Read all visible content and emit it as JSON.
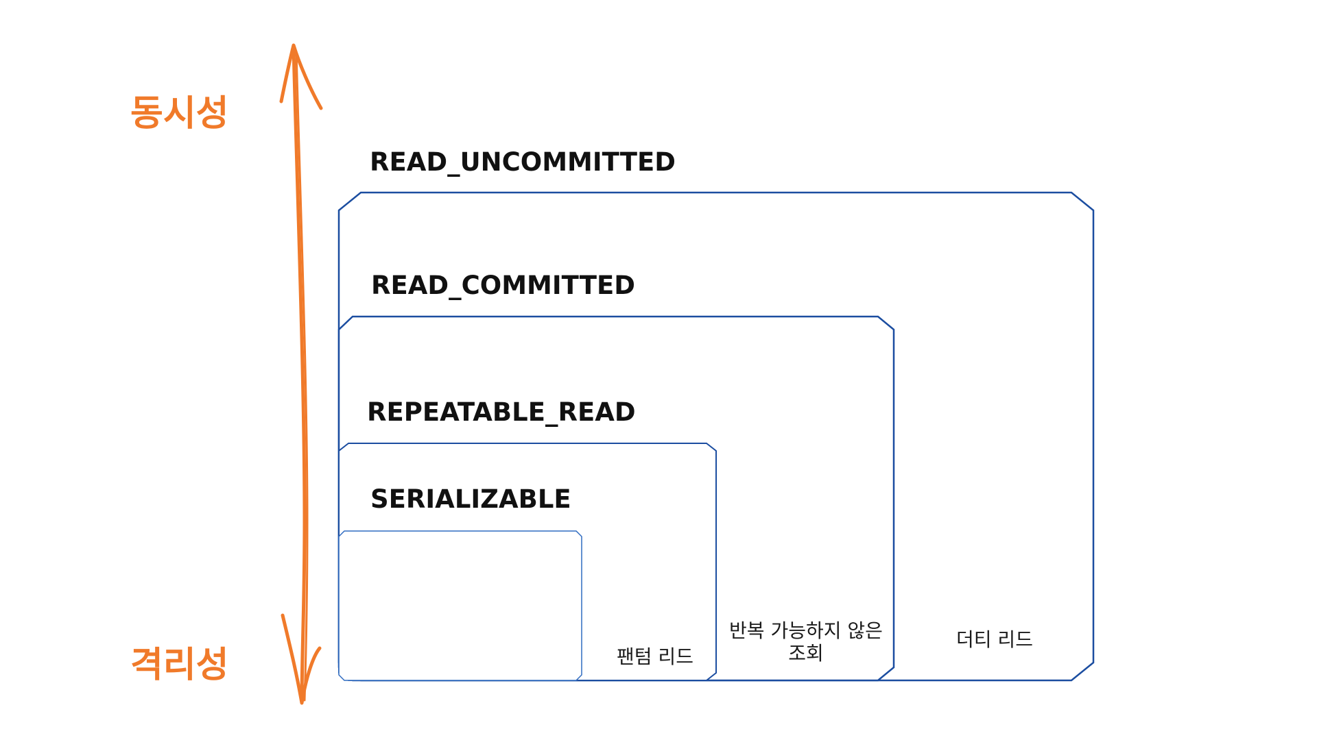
{
  "colors": {
    "axis_orange": "#F07A2A",
    "box_outer": "#1B4DA0",
    "box_inner": "#2F6BC0",
    "text_dark": "#111111"
  },
  "axis": {
    "top_label": "동시성",
    "bottom_label": "격리성"
  },
  "levels": [
    {
      "name": "READ_UNCOMMITTED"
    },
    {
      "name": "READ_COMMITTED"
    },
    {
      "name": "REPEATABLE_READ"
    },
    {
      "name": "SERIALIZABLE"
    }
  ],
  "anomalies": {
    "phantom_read": "팬텀 리드",
    "non_repeatable_read_line1": "반복 가능하지 않은",
    "non_repeatable_read_line2": "조회",
    "dirty_read": "더티 리드"
  }
}
